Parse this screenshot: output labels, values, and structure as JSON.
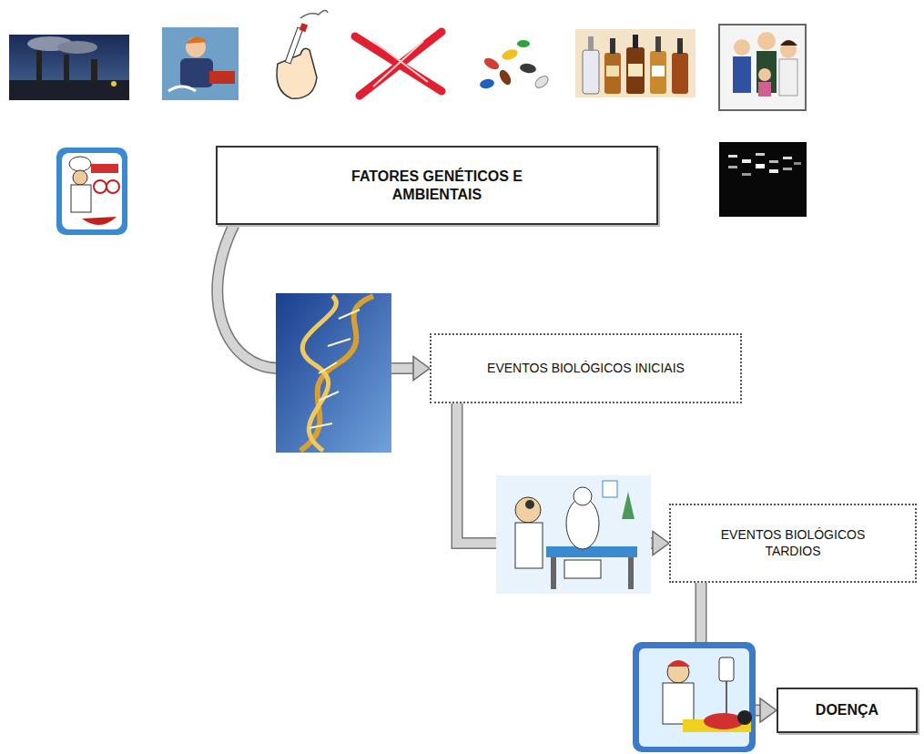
{
  "diagram": {
    "nodes": [
      {
        "text": [
          "FATORES GENÉTICOS E AMBIENTAIS"
        ]
      },
      {
        "text": [
          "EVENTOS BIOLÓGICOS INICIAIS"
        ]
      },
      {
        "text": [
          "EVENTOS BIOLÓGICOS TARDIOS"
        ]
      },
      {
        "text": [
          "DOENÇA"
        ]
      }
    ],
    "edges": [
      {
        "from": 0,
        "to": 1,
        "arrow": "to"
      },
      {
        "from": 1,
        "to": 2,
        "arrow": "to"
      },
      {
        "from": 2,
        "to": 3,
        "arrow": "to"
      }
    ]
  }
}
